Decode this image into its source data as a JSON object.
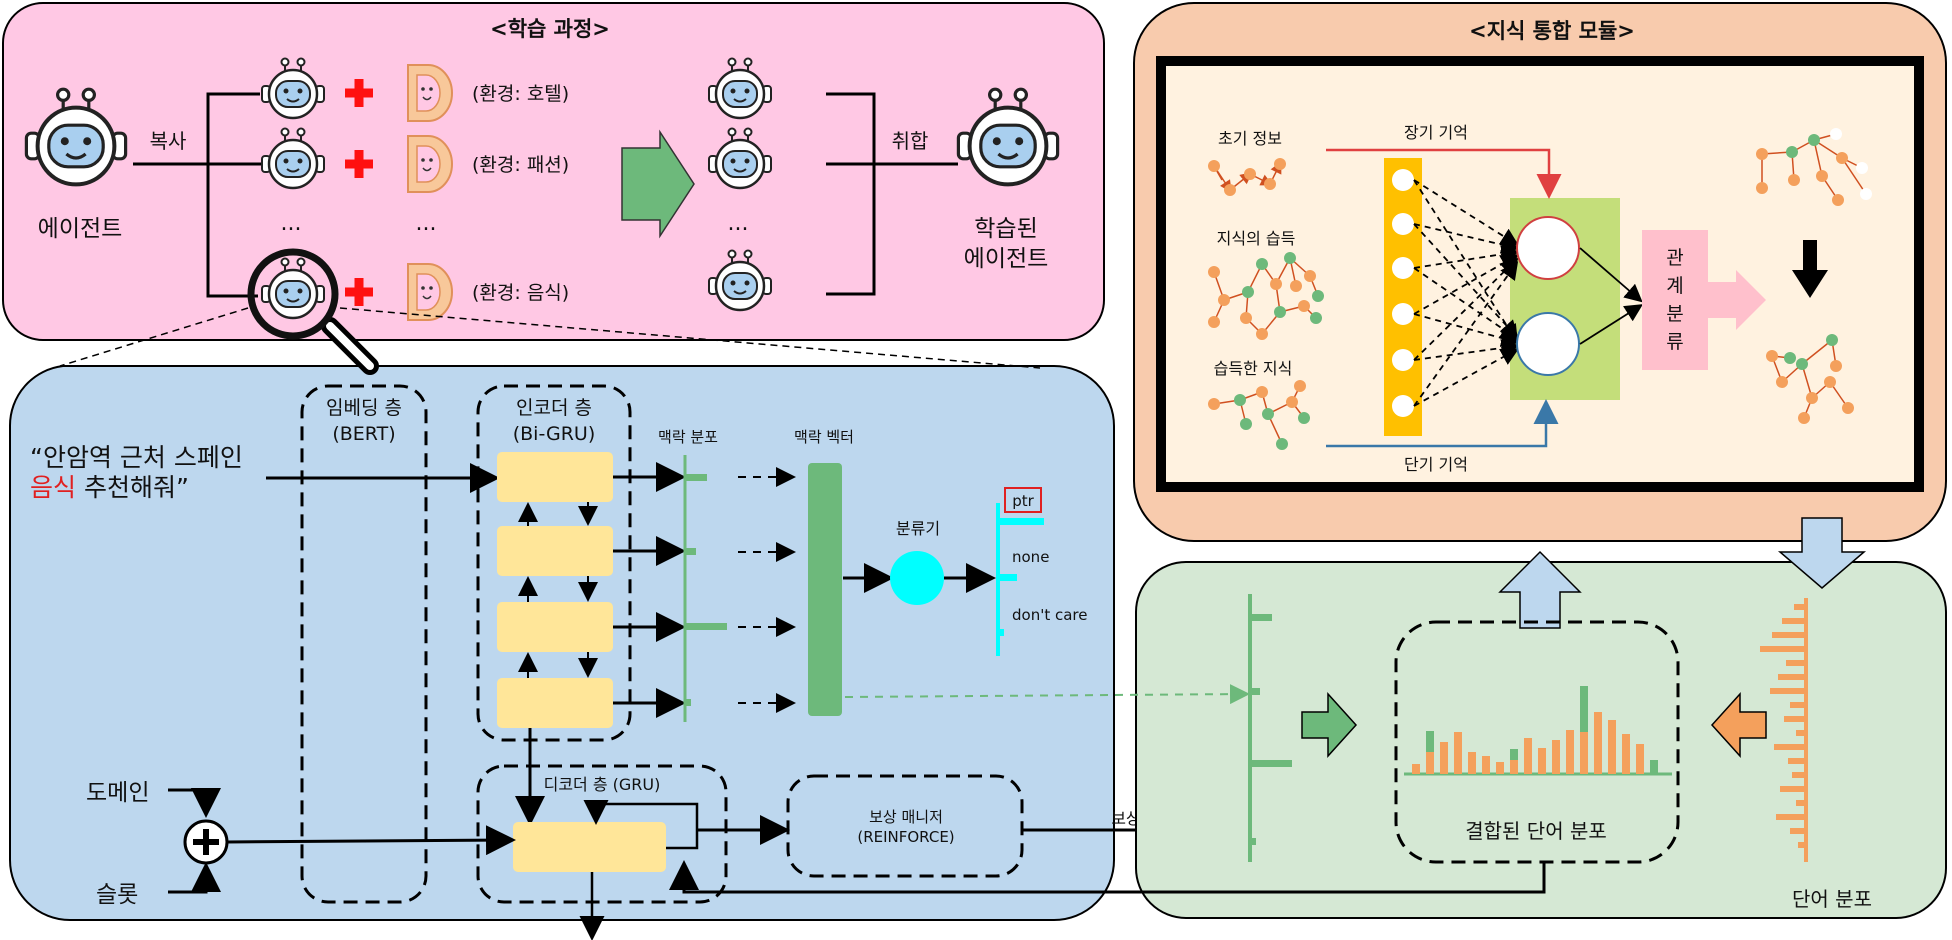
{
  "learning": {
    "title": "<학습 과정>",
    "agent_label": "에이전트",
    "copy_label": "복사",
    "aggregate_label": "취합",
    "trained_label_1": "학습된",
    "trained_label_2": "에이전트",
    "environments": [
      "(환경: 호텔)",
      "(환경: 패션)",
      "(환경: 음식)"
    ],
    "ellipsis": "..."
  },
  "knowledge": {
    "title": "<지식 통합 모듈>",
    "initial_info": "초기 정보",
    "long_term": "장기 기억",
    "acquisition": "지식의 습득",
    "acquired": "습득한 지식",
    "short_term": "단기 기억",
    "relation_chars": [
      "관",
      "계",
      "분",
      "류"
    ]
  },
  "model": {
    "input_line1": "“안암역 근처 스페인",
    "input_highlight": "음식",
    "input_line2_rest": " 추천해줘”",
    "embedding_label": "임베딩 층",
    "embedding_sub": "(BERT)",
    "encoder_label": "인코더 층",
    "encoder_sub": "(Bi-GRU)",
    "context_dist": "맥락 분포",
    "context_vector": "맥락 벡터",
    "classifier": "분류기",
    "class_options": [
      "ptr",
      "none",
      "don't care"
    ],
    "decoder_label": "디코더 층 (GRU)",
    "reward_manager": "보상 매니저",
    "reward_manager_sub": "(REINFORCE)",
    "reward": "보상",
    "domain": "도메인",
    "slot": "슬롯"
  },
  "combine": {
    "combined_label": "결합된 단어 분포",
    "word_dist_label": "단어 분포"
  },
  "colors": {
    "pink_panel": "#ffc8e4",
    "peach_panel": "#f8cbad",
    "blue_panel": "#bdd7ee",
    "green_panel": "#d5e8d4",
    "bar_green": "#6db97b",
    "bar_orange": "#f4a05c",
    "cell_yellow": "#ffe699",
    "accent_cyan": "#00ffff",
    "accent_red": "#e02020"
  }
}
